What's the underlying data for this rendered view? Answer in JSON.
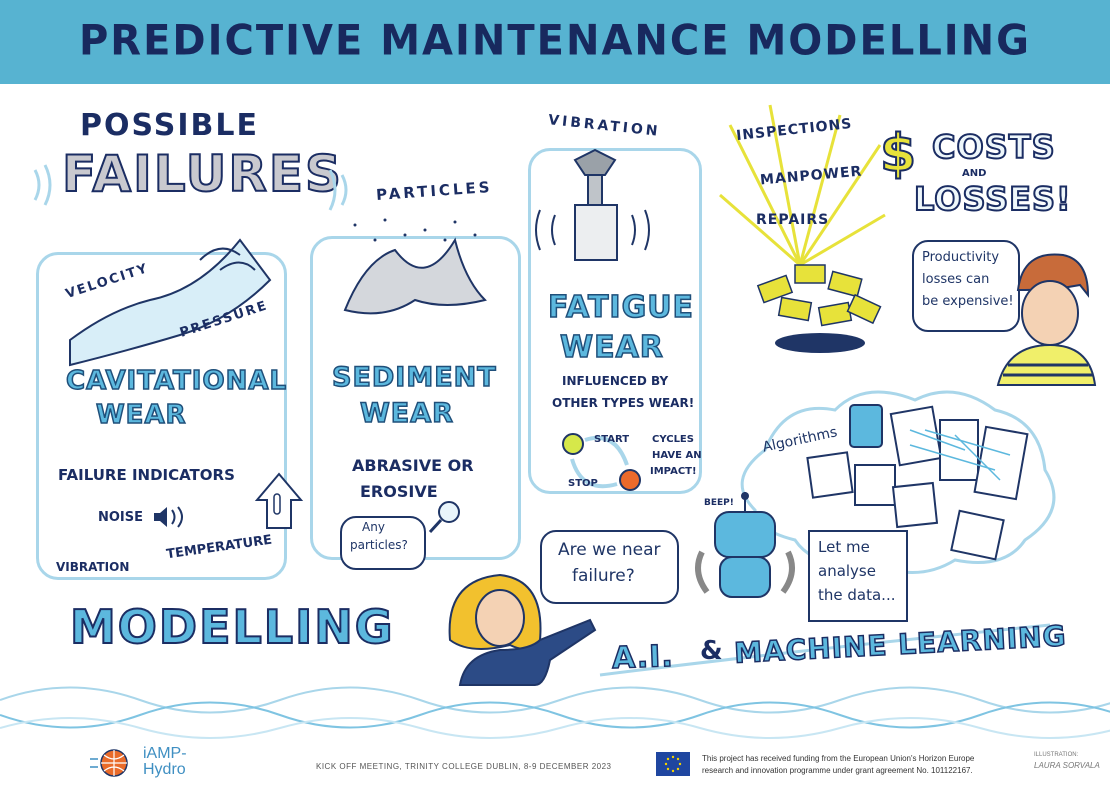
{
  "header": {
    "title": "PREDICTIVE MAINTENANCE MODELLING"
  },
  "failures": {
    "heading_top": "POSSIBLE",
    "heading_big": "FAILURES",
    "cavitational": {
      "velocity": "VELOCITY",
      "pressure": "PRESSURE",
      "title_line1": "CAVITATIONAL",
      "title_line2": "WEAR",
      "indicators_heading": "FAILURE INDICATORS",
      "noise": "NOISE",
      "vibration": "VIBRATION",
      "temperature": "TEMPERATURE"
    },
    "sediment": {
      "particles": "PARTICLES",
      "title_line1": "SEDIMENT",
      "title_line2": "WEAR",
      "desc_line1": "ABRASIVE OR",
      "desc_line2": "EROSIVE",
      "bubble_line1": "Any",
      "bubble_line2": "particles?"
    },
    "fatigue": {
      "vibration": "VIBRATION",
      "title_line1": "FATIGUE",
      "title_line2": "WEAR",
      "desc_line1": "INFLUENCED BY",
      "desc_line2": "OTHER TYPES WEAR!",
      "start": "START",
      "stop": "STOP",
      "cycles_line1": "CYCLES",
      "cycles_line2": "HAVE AN",
      "cycles_line3": "IMPACT!"
    }
  },
  "costs": {
    "inspections": "INSPECTIONS",
    "manpower": "MANPOWER",
    "repairs": "REPAIRS",
    "dollar": "$",
    "costs": "COSTS",
    "and": "AND",
    "losses": "LOSSES!",
    "bubble_line1": "Productivity",
    "bubble_line2": "losses can",
    "bubble_line3": "be expensive!"
  },
  "ai": {
    "algorithms": "Algorithms",
    "beep": "BEEP!",
    "robot_line1": "Let me",
    "robot_line2": "analyse",
    "robot_line3": "the data...",
    "title_prefix": "A.I.",
    "title_amp": "&",
    "title_rest": "MACHINE LEARNING"
  },
  "modelling": {
    "title": "MODELLING",
    "bubble_line1": "Are we near",
    "bubble_line2": "failure?"
  },
  "footer": {
    "logo_line1": "iAMP-",
    "logo_line2": "Hydro",
    "meeting": "KICK OFF MEETING, TRINITY COLLEGE DUBLIN, 8-9 DECEMBER 2023",
    "funding_line1": "This project has received funding from the European Union's Horizon Europe",
    "funding_line2": "research and innovation programme under grant agreement No. 101122167.",
    "illustration_label": "ILLUSTRATION:",
    "illustrator": "LAURA SORVALA"
  },
  "colors": {
    "banner": "#57b3d1",
    "accent_blue": "#5cb8de",
    "dark_navy": "#1b2d63",
    "panel_border": "#a9d6ea",
    "money_yellow": "#e7e23a",
    "eu_blue": "#1f46a0"
  }
}
